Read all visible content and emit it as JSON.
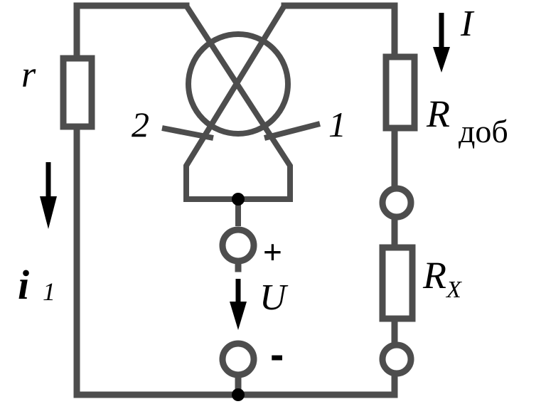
{
  "labels": {
    "r": "r",
    "coil_2": "2",
    "coil_1": "1",
    "current_I": "I",
    "r_add_main": "R",
    "r_add_sub": "доб",
    "current_i1_main": "i",
    "current_i1_sub": "1",
    "voltage_U": "U",
    "plus": "+",
    "minus": "-",
    "rx_main": "R",
    "rx_sub": "X"
  }
}
